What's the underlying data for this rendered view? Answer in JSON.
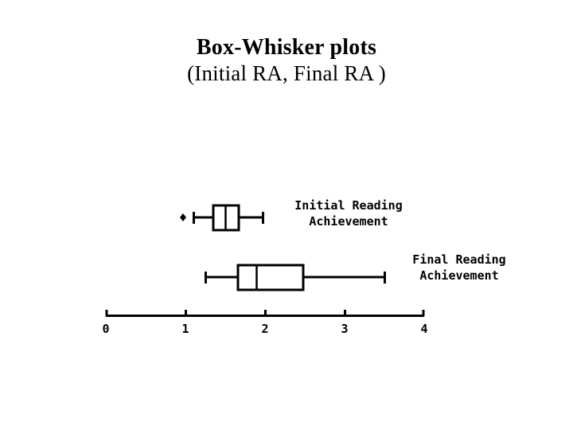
{
  "slide": {
    "background": "#ffffff",
    "ink": "#000000"
  },
  "title": {
    "line1": "Box-Whisker plots",
    "line2": "(Initial RA, Final RA )"
  },
  "chart_data": {
    "type": "box",
    "orientation": "horizontal",
    "title": "Box-Whisker plots",
    "subtitle": "(Initial RA, Final RA )",
    "xlabel": "",
    "ylabel": "",
    "xlim": [
      0,
      4
    ],
    "xticks": [
      0,
      1,
      2,
      3,
      4
    ],
    "xticklabels": [
      "0",
      "1",
      "2",
      "3",
      "4"
    ],
    "grid": false,
    "legend": "none",
    "axis_color": "#000000",
    "box_fill": "#ffffff",
    "box_edge": "#000000",
    "boxes": [
      {
        "name": "Initial Reading Achievement",
        "label_line1": "Initial Reading",
        "label_line2": "Achievement",
        "whisker_low": 1.1,
        "q1": 1.35,
        "median": 1.5,
        "q3": 1.67,
        "whisker_high": 1.97,
        "outliers": [
          0.97
        ]
      },
      {
        "name": "Final Reading Achievement",
        "label_line1": "Final Reading",
        "label_line2": "Achievement",
        "whisker_low": 1.25,
        "q1": 1.66,
        "median": 1.89,
        "q3": 2.48,
        "whisker_high": 3.5,
        "outliers": []
      }
    ]
  }
}
